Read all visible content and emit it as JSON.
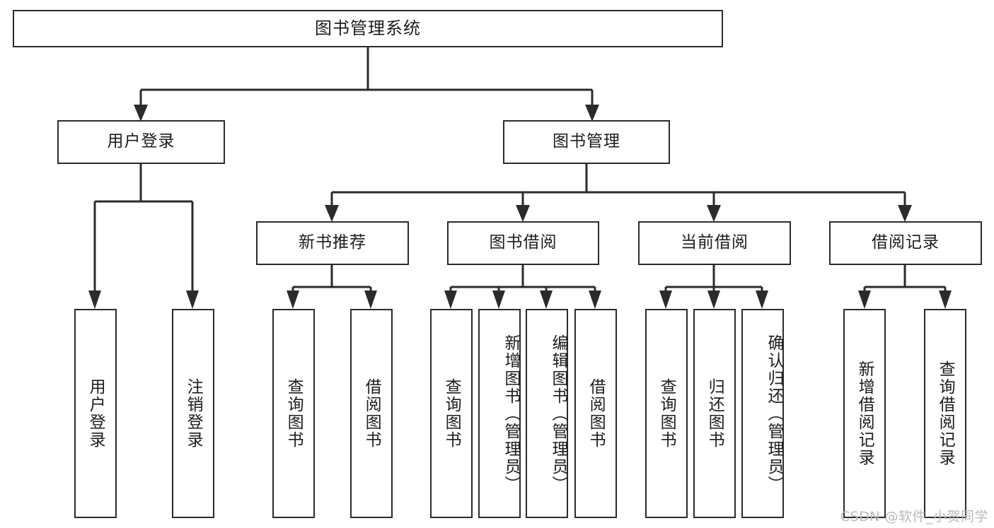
{
  "diagram": {
    "title": "图书管理系统",
    "watermark": "CSDN @软件_小贺同学",
    "root": {
      "label": "图书管理系统"
    },
    "level1": [
      {
        "label": "用户登录"
      },
      {
        "label": "图书管理"
      }
    ],
    "level2": [
      {
        "label": "新书推荐"
      },
      {
        "label": "图书借阅"
      },
      {
        "label": "当前借阅"
      },
      {
        "label": "借阅记录"
      }
    ],
    "leaves": {
      "user_login": [
        {
          "label": "用户登录"
        },
        {
          "label": "注销登录"
        }
      ],
      "new_book": [
        {
          "label": "查询图书"
        },
        {
          "label": "借阅图书"
        }
      ],
      "book_borrow": [
        {
          "label": "查询图书"
        },
        {
          "label": "新增图书（管理员）"
        },
        {
          "label": "编辑图书（管理员）"
        },
        {
          "label": "借阅图书"
        }
      ],
      "current_borrow": [
        {
          "label": "查询图书"
        },
        {
          "label": "归还图书"
        },
        {
          "label": "确认归还（管理员）"
        }
      ],
      "borrow_record": [
        {
          "label": "新增借阅记录"
        },
        {
          "label": "查询借阅记录"
        }
      ]
    },
    "colors": {
      "stroke": "#2b2b2b",
      "text": "#1c1c1c",
      "background": "#ffffff",
      "watermark": "#b9b9b9"
    }
  }
}
